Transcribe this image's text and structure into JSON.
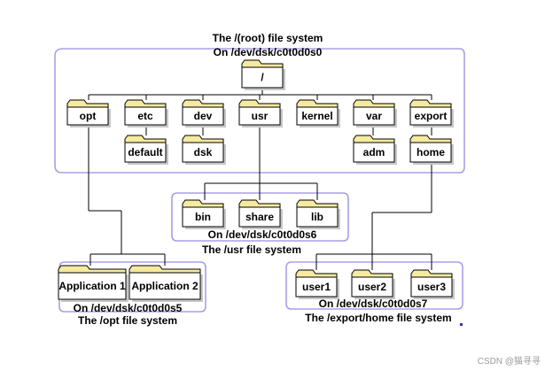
{
  "root_fs": {
    "title": "The /(root) file system",
    "device": "On /dev/dsk/c0t0d0s0"
  },
  "usr_fs": {
    "device": "On /dev/dsk/c0t0d0s6",
    "title": "The /usr file system"
  },
  "opt_fs": {
    "device": "On /dev/dsk/c0t0d0s5",
    "title": "The /opt file system"
  },
  "home_fs": {
    "device": "On /dev/dsk/c0t0d0s7",
    "title": "The /export/home file system"
  },
  "folders": {
    "root": "/",
    "opt": "opt",
    "etc": "etc",
    "dev": "dev",
    "usr": "usr",
    "kernel": "kernel",
    "var": "var",
    "export": "export",
    "default": "default",
    "dsk": "dsk",
    "adm": "adm",
    "home": "home",
    "bin": "bin",
    "share": "share",
    "lib": "lib",
    "application_1": "Application 1",
    "application_2": "Application 2",
    "user1": "user1",
    "user2": "user2",
    "user3": "user3"
  },
  "watermark": "CSDN @猫寻寻",
  "colors": {
    "folder_tab": "#f5eaa0",
    "region_outline": "#a8a0e6",
    "connector": "#000000"
  }
}
